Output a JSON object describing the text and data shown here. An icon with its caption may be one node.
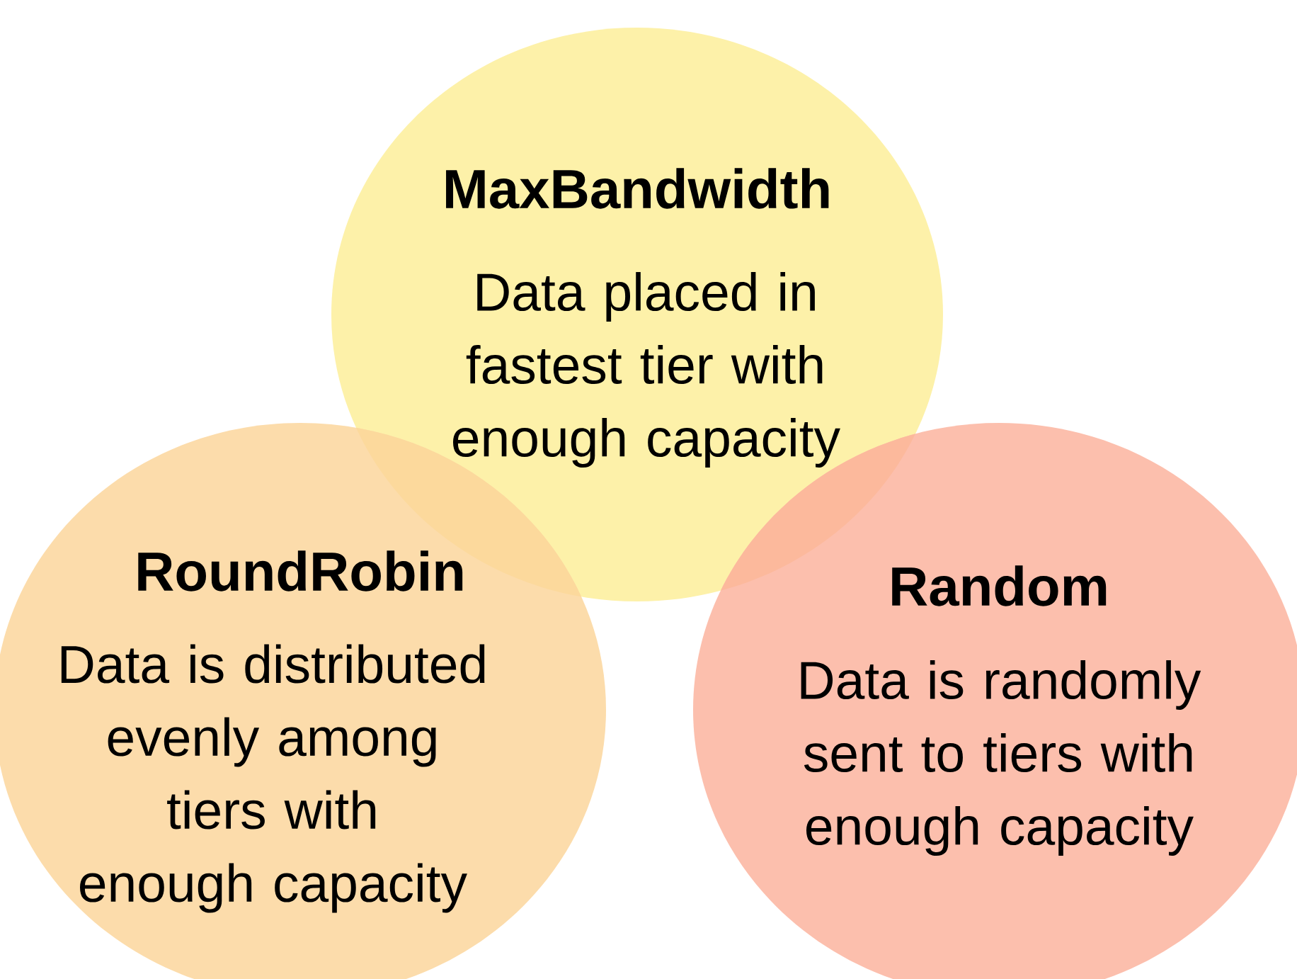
{
  "diagram": {
    "nodes": [
      {
        "text": [
          "MaxBandwidth",
          "Data placed in fastest tier with enough capacity"
        ]
      },
      {
        "text": [
          "RoundRobin",
          "Data is distributed evenly among tiers with enough capacity"
        ]
      },
      {
        "text": [
          "Random",
          "Data is randomly sent to tiers with enough capacity"
        ]
      }
    ]
  }
}
